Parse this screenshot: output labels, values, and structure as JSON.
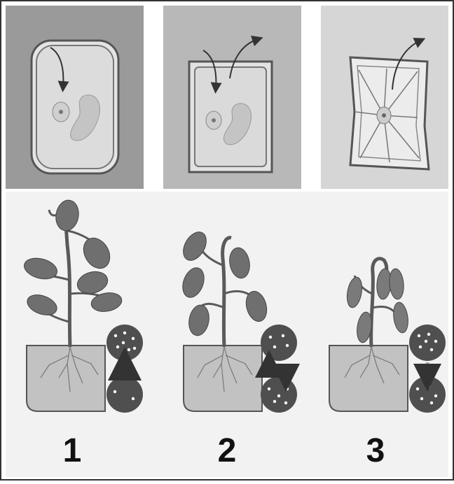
{
  "panels": {
    "cells": [
      {
        "state": "turgid",
        "background": "#9a9a9a"
      },
      {
        "state": "flaccid",
        "background": "#b8b8b8"
      },
      {
        "state": "plasmolyzed",
        "background": "#d6d6d6"
      }
    ],
    "plants": [
      {
        "label": "1",
        "state": "upright"
      },
      {
        "label": "2",
        "state": "wilting"
      },
      {
        "label": "3",
        "state": "wilted"
      }
    ]
  },
  "colors": {
    "frame": "#333333",
    "lower_bg": "#f2f2f2",
    "leaf": "#6f6f6f",
    "stem": "#5a5a5a",
    "soil": "#c2c2c2",
    "water_particle": "#ffffff",
    "particle_circle": "#555555"
  },
  "icons": [
    "arrow-in-icon",
    "arrow-out-icon",
    "up-arrow-icon",
    "down-arrow-icon"
  ]
}
